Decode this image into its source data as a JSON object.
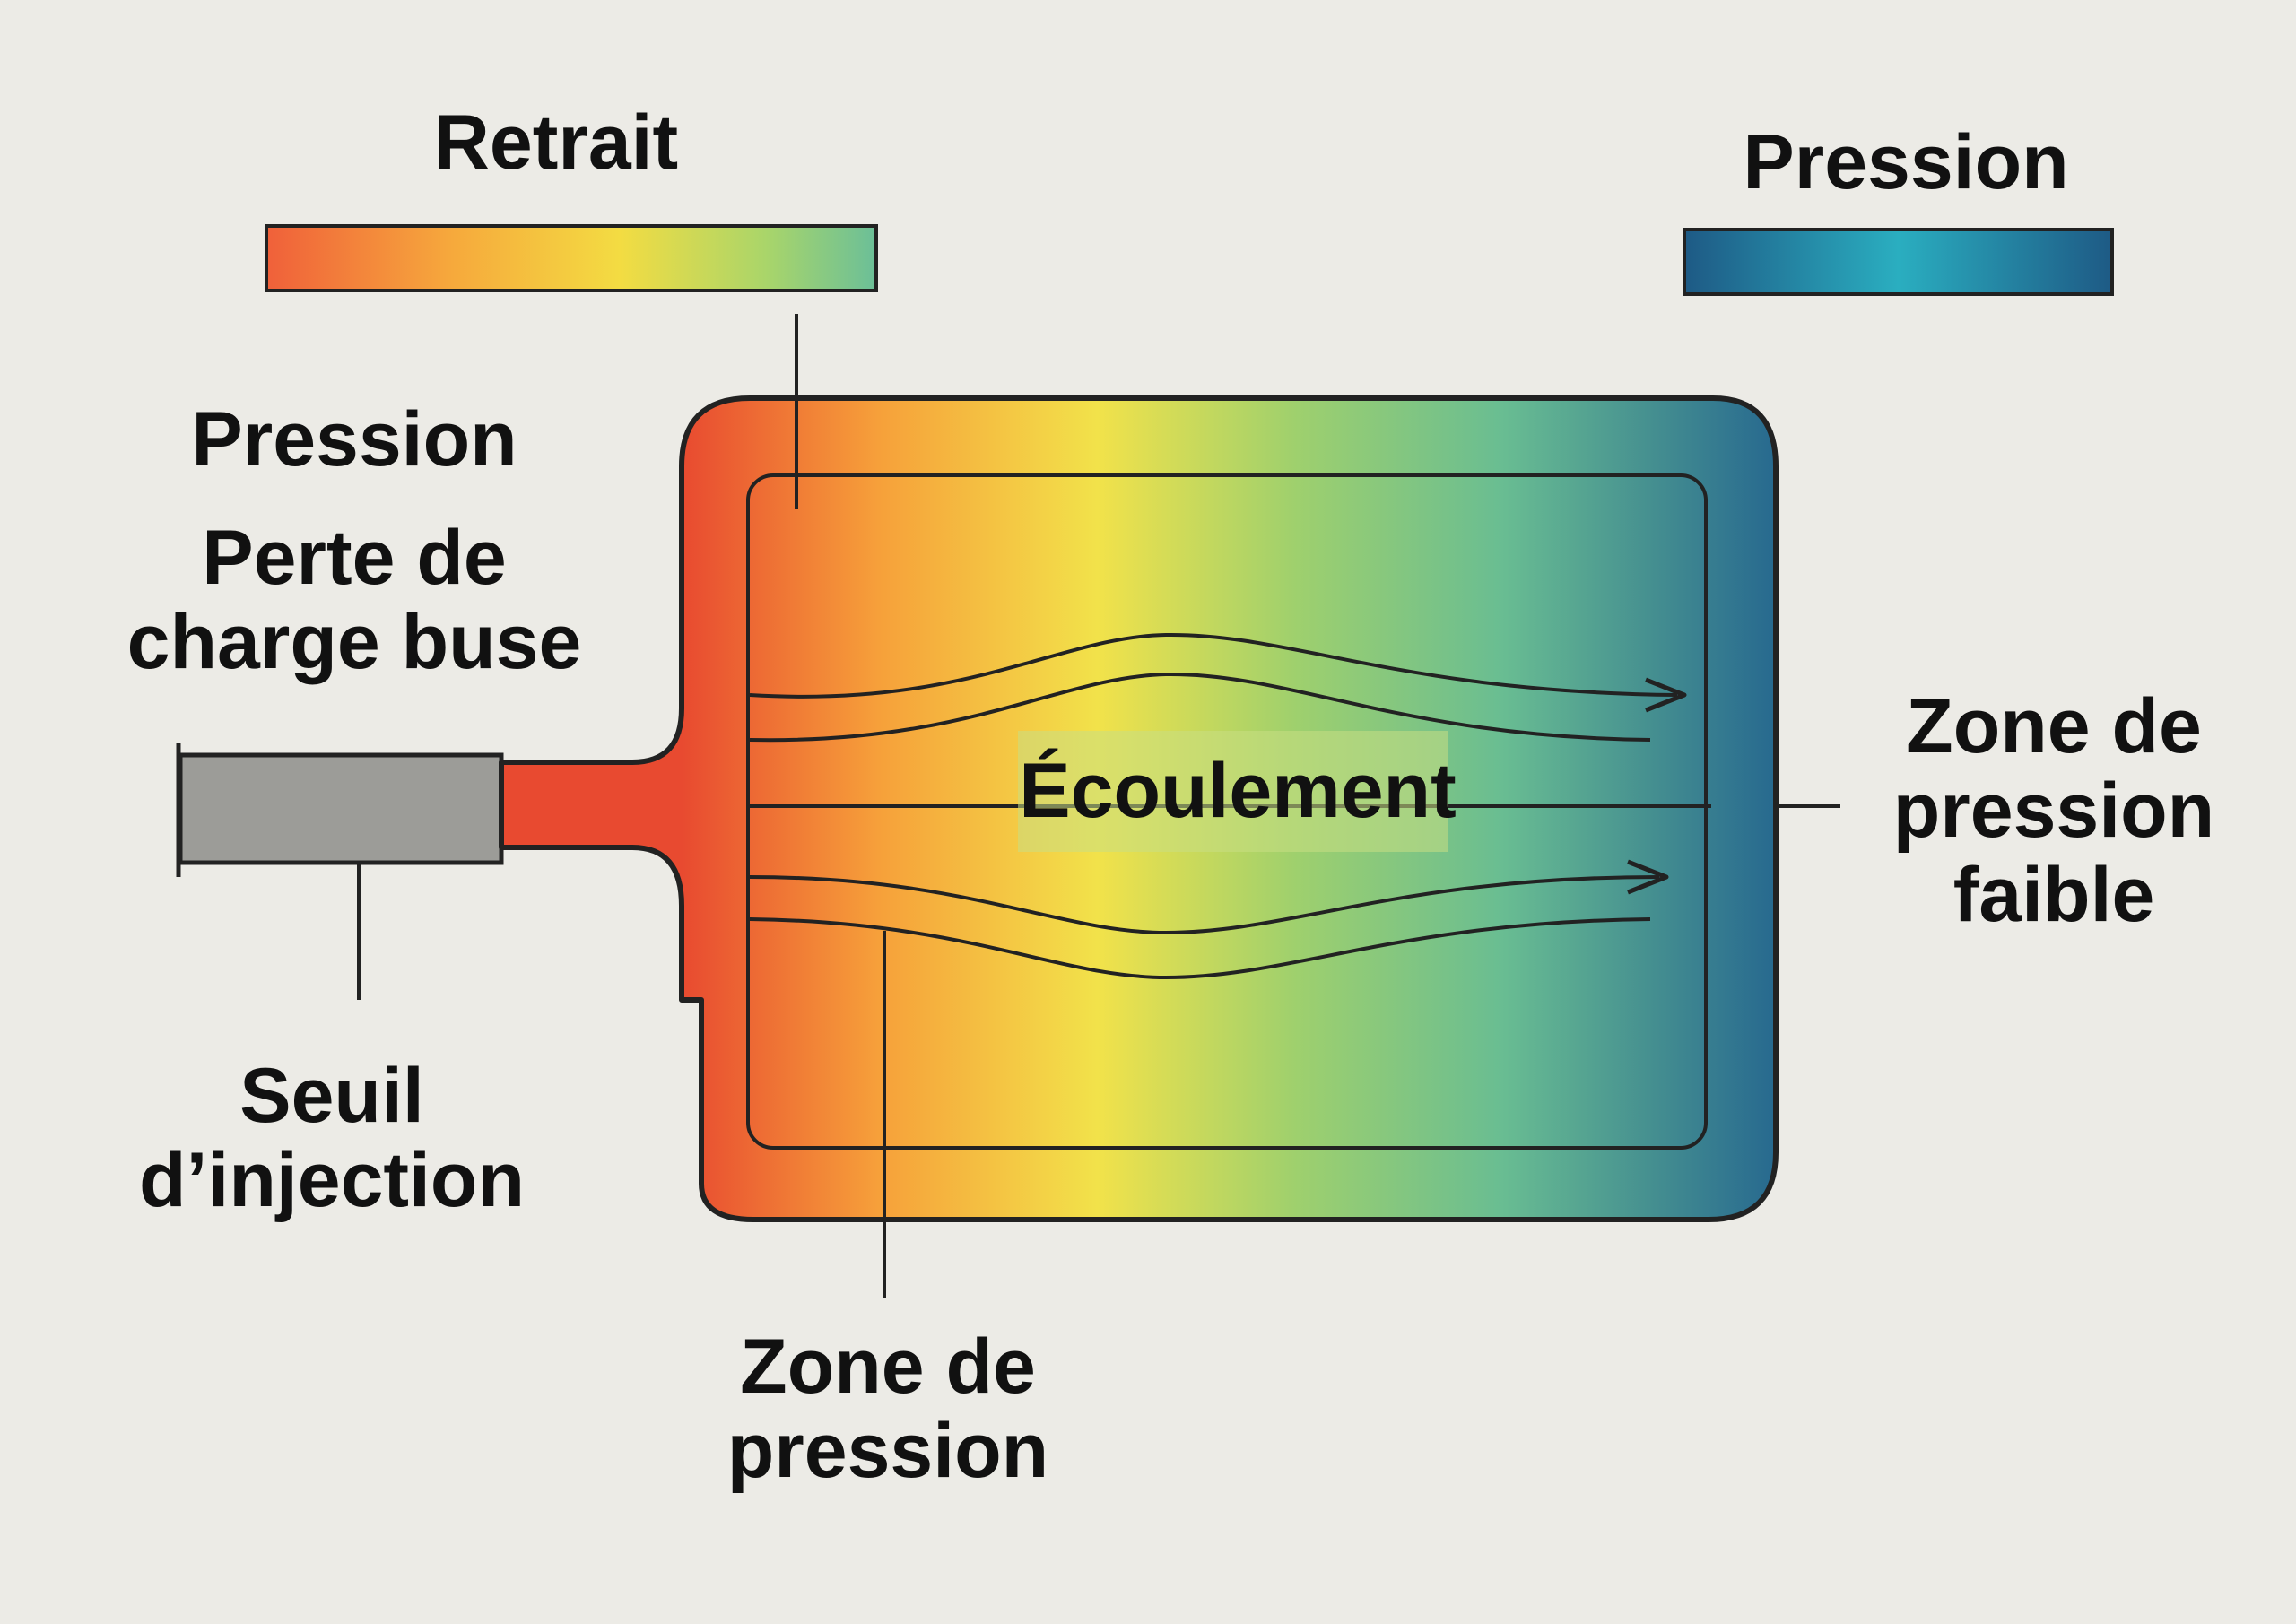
{
  "legend": {
    "shrinkage_title": "Retrait",
    "pressure_title": "Pression",
    "shrinkage_colors": [
      "#f0603a",
      "#f6a83c",
      "#f3dc42",
      "#a9d56a",
      "#6bbf98"
    ],
    "pressure_colors": [
      "#1e5a85",
      "#2aaec0",
      "#1e5a85"
    ]
  },
  "labels": {
    "pressure": "Pression",
    "nozzle_loss": [
      "Perte de",
      "charge buse"
    ],
    "gate": [
      "Seuil",
      "d’injection"
    ],
    "flow": "Écoulement",
    "low_pressure_zone": [
      "Zone de",
      "pression",
      "faible"
    ],
    "pressure_zone": [
      "Zone de",
      "pression"
    ]
  },
  "colors": {
    "hot": "#e84a30",
    "warm": "#f6a03a",
    "mid": "#f2e24a",
    "cool": "#69bd92",
    "cold": "#27698f",
    "nozzle": "#9c9c98",
    "background": "#ecebe6"
  }
}
